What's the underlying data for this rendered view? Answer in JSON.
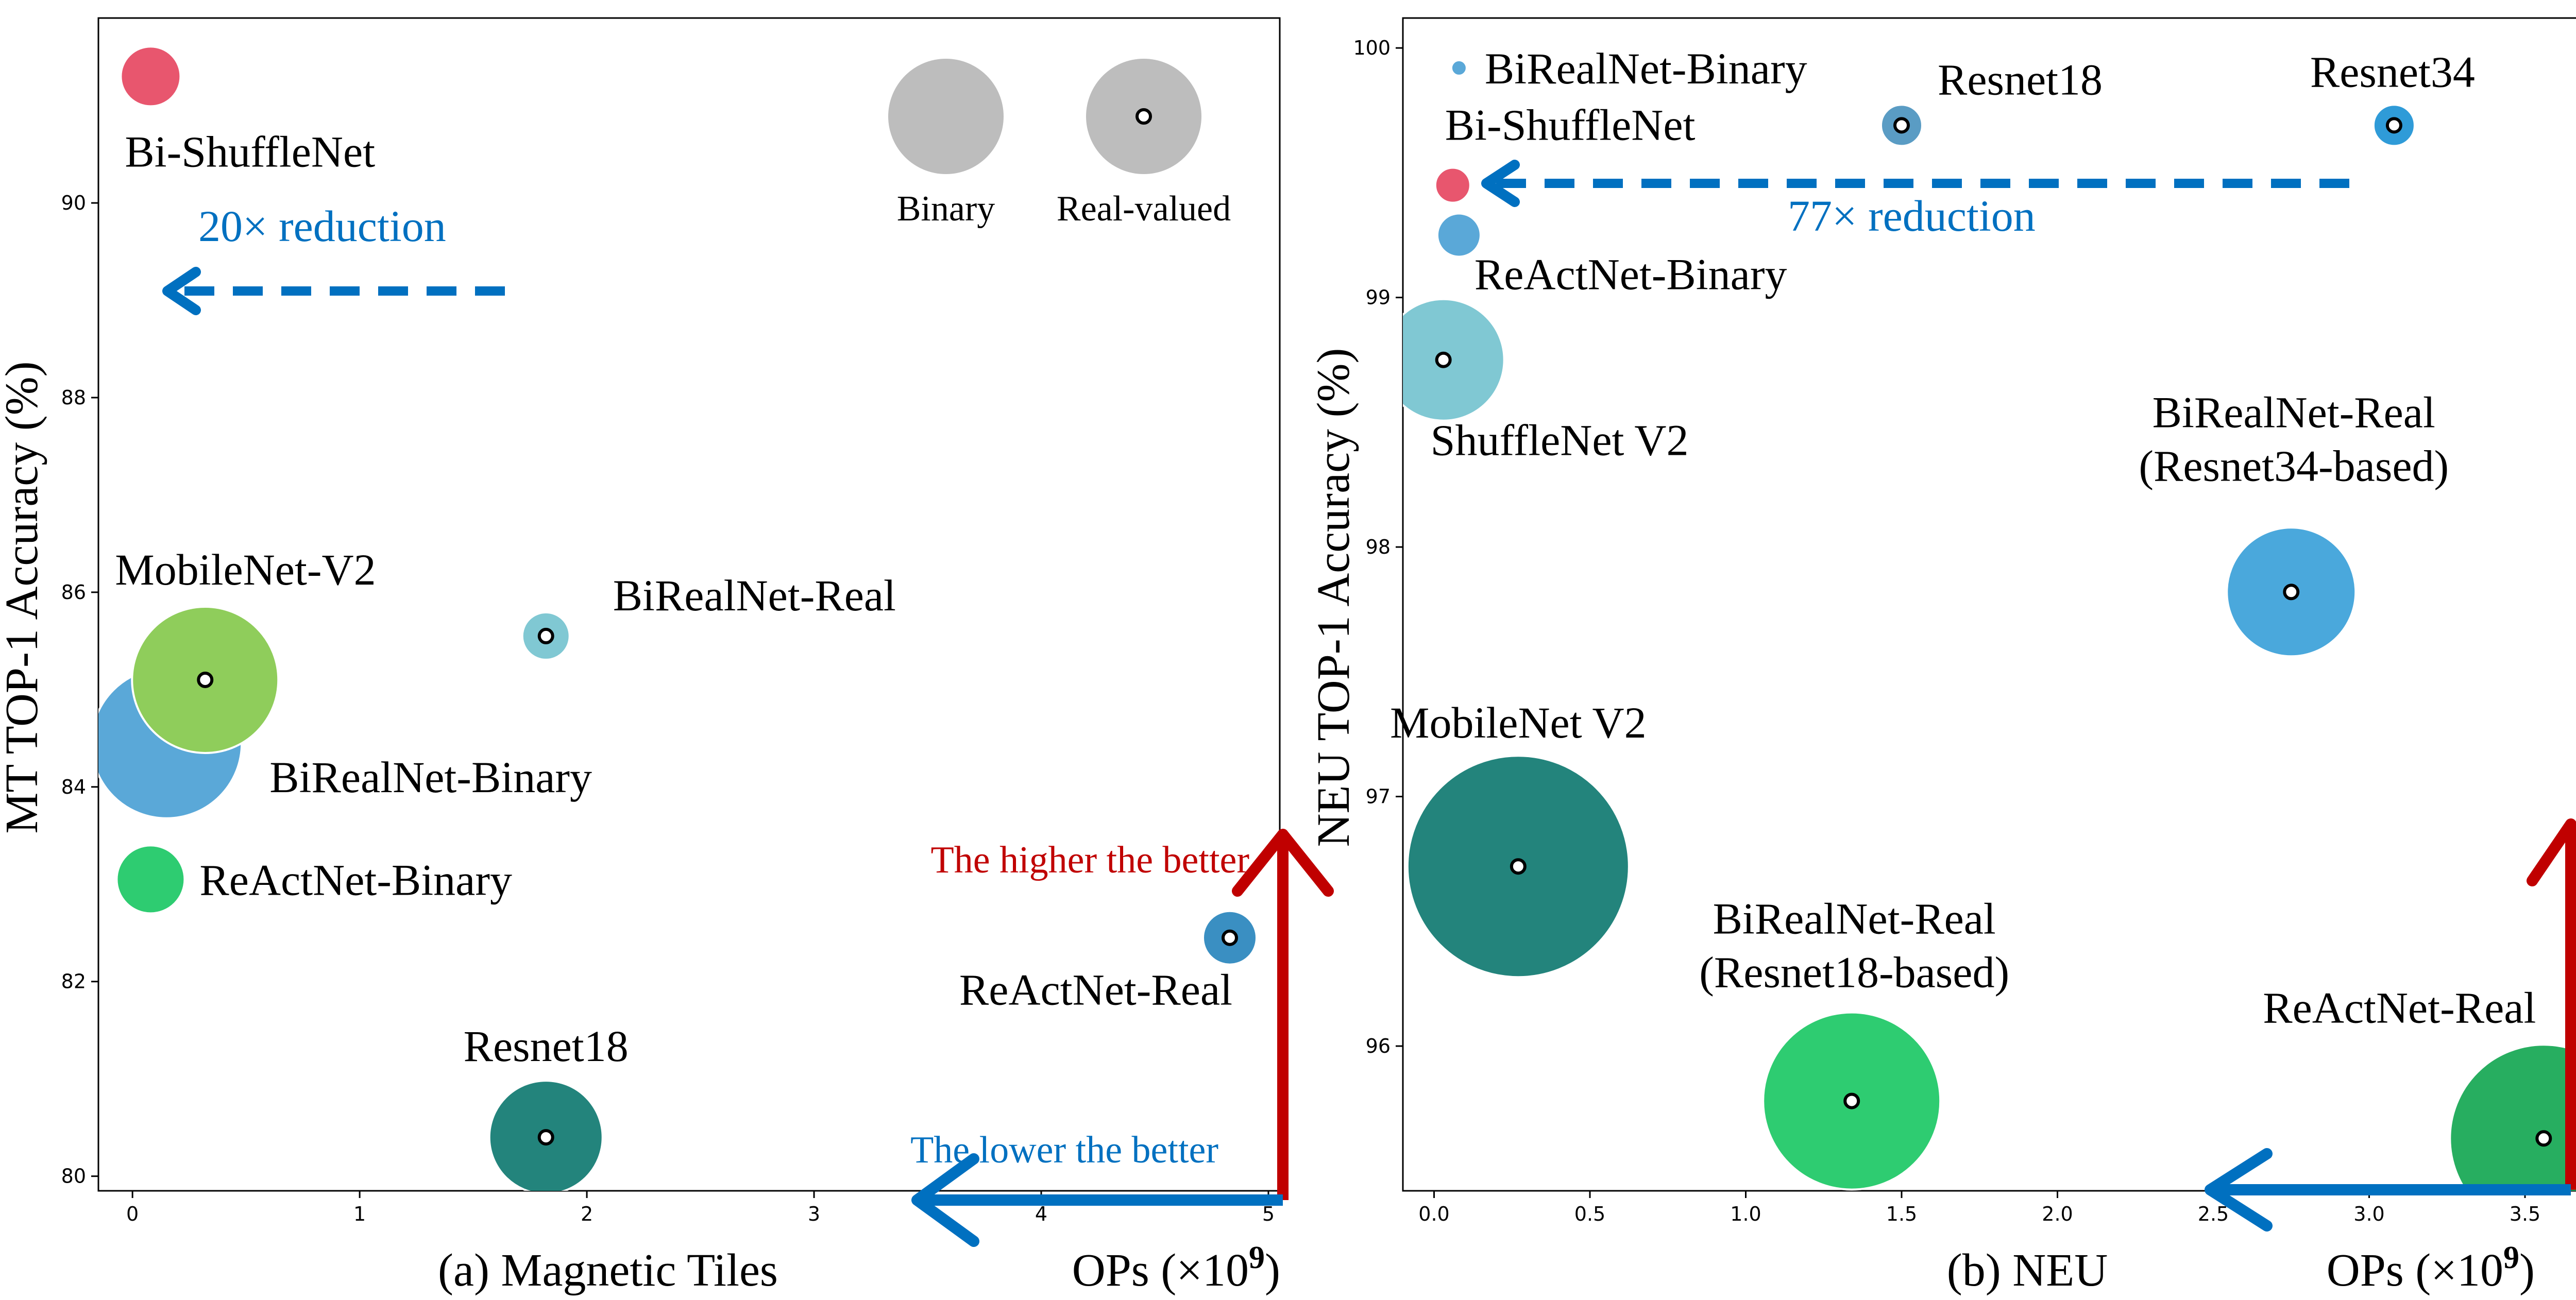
{
  "colors": {
    "red": "#c00000",
    "blue": "#0070c0",
    "gray": "#bdbdbd",
    "pink": "#e8566e",
    "light_blue": "#5aa8d8",
    "cyan": "#80c8d3",
    "green": "#8fcd5b",
    "emerald": "#2ecc71",
    "teal": "#23847c",
    "forest": "#27ae60"
  },
  "chart_data": [
    {
      "type": "scatter",
      "title": "(a) Magnetic Tiles",
      "xlabel": "OPs (×10",
      "xlabel_exponent": "9",
      "xlabel_close": ")",
      "ylabel": "MT TOP-1 Accuracy (%)",
      "xlim": [
        -0.15,
        5.05
      ],
      "ylim": [
        79.85,
        91.9
      ],
      "xticks": [
        0,
        1,
        2,
        3,
        4,
        5
      ],
      "yticks": [
        80,
        82,
        84,
        86,
        88,
        90
      ],
      "grid": false,
      "points": [
        {
          "name": "Bi-ShuffleNet",
          "x": 0.08,
          "y": 91.3,
          "size": 0.04,
          "color": "#e8566e",
          "real": false
        },
        {
          "name": "BiRealNet-Binary",
          "x": 0.15,
          "y": 84.45,
          "size": 0.12,
          "color": "#5aa8d8",
          "real": false
        },
        {
          "name": "MobileNet-V2",
          "x": 0.32,
          "y": 85.1,
          "size": 0.3,
          "color": "#8fcd5b",
          "real": true
        },
        {
          "name": "ReActNet-Binary",
          "x": 0.08,
          "y": 83.05,
          "size": 0.04,
          "color": "#2ecc71",
          "real": false
        },
        {
          "name": "BiRealNet-Real",
          "x": 1.82,
          "y": 85.55,
          "size": 1.68,
          "color": "#80c8d3",
          "real": true
        },
        {
          "name": "Resnet18",
          "x": 1.82,
          "y": 80.4,
          "size": 1.82,
          "color": "#23847c",
          "real": true
        },
        {
          "name": "ReActNet-Real",
          "x": 4.83,
          "y": 82.45,
          "size": 4.8,
          "color": "#3a8fc2",
          "real": true
        }
      ],
      "legend": {
        "placement": "top-right",
        "entries": [
          "Binary",
          "Real-valued"
        ]
      },
      "annotations": {
        "reduction": "20× reduction",
        "higher": "The higher the better",
        "lower": "The lower the better"
      }
    },
    {
      "type": "scatter",
      "title": "(b) NEU",
      "xlabel": "OPs (×10",
      "xlabel_exponent": "9",
      "xlabel_close": ")",
      "ylabel": "NEU TOP-1 Accuracy (%)",
      "xlim": [
        -0.1,
        3.7
      ],
      "ylim": [
        95.42,
        100.12
      ],
      "xticks": [
        0,
        0.5,
        1.0,
        1.5,
        2.0,
        2.5,
        3.0,
        3.5
      ],
      "xtick_labels": [
        "0.0",
        "0.5",
        "1.0",
        "1.5",
        "2.0",
        "2.5",
        "3.0",
        "3.5"
      ],
      "yticks": [
        96,
        97,
        98,
        99,
        100
      ],
      "grid": false,
      "points": [
        {
          "name": "BiRealNet-Binary",
          "x": 0.08,
          "y": 99.92,
          "size": 0.04,
          "color": "#5aa8d8",
          "real": false
        },
        {
          "name": "Resnet18",
          "x": 1.5,
          "y": 99.69,
          "size": 1.82,
          "color": "#5a9cc4",
          "real": true
        },
        {
          "name": "Resnet34",
          "x": 3.08,
          "y": 99.69,
          "size": 3.66,
          "color": "#2f9bd8",
          "real": true
        },
        {
          "name": "Bi-ShuffleNet",
          "x": 0.06,
          "y": 99.45,
          "size": 0.04,
          "color": "#e8566e",
          "real": false
        },
        {
          "name": "ReActNet-Binary",
          "x": 0.08,
          "y": 99.25,
          "size": 0.06,
          "color": "#5aa8d8",
          "real": false
        },
        {
          "name": "ShuffleNet V2",
          "x": 0.03,
          "y": 98.75,
          "size": 0.15,
          "color": "#80c8d3",
          "real": true
        },
        {
          "name": "BiRealNet-Real\n(Resnet34-based)",
          "x": 2.75,
          "y": 97.82,
          "size": 0.6,
          "color": "#4aa8dc",
          "real": true
        },
        {
          "name": "MobileNet V2",
          "x": 0.27,
          "y": 96.72,
          "size": 1.9,
          "color": "#23847c",
          "real": true
        },
        {
          "name": "BiRealNet-Real\n(Resnet18-based)",
          "x": 1.34,
          "y": 95.78,
          "size": 1.2,
          "color": "#2ecc71",
          "real": true
        },
        {
          "name": "ReActNet-Real",
          "x": 3.56,
          "y": 95.63,
          "size": 1.3,
          "color": "#27ae60",
          "real": true
        }
      ],
      "annotations": {
        "reduction": "77× reduction"
      }
    }
  ]
}
